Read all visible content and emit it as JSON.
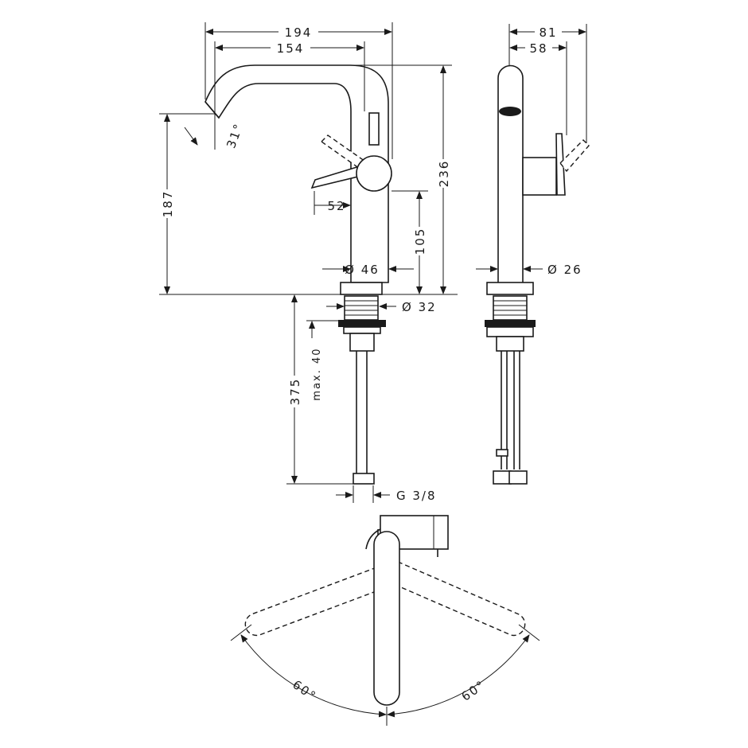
{
  "title": "Faucet dimension drawing",
  "front_view": {
    "width_total": "194",
    "spout_reach": "154",
    "spout_angle": "31°",
    "handle_reach": "52",
    "height_total": "236",
    "spout_height": "187",
    "handle_height": "105",
    "body_diameter": "Ø 46",
    "thread_diameter": "Ø 32",
    "hose_length": "375",
    "max_counter_thickness": "max. 40",
    "connection": "G 3/8"
  },
  "side_view": {
    "depth_total": "81",
    "depth_body": "58",
    "spout_diameter": "Ø 26"
  },
  "top_view": {
    "rotation_left": "60°",
    "rotation_right": "60°"
  }
}
